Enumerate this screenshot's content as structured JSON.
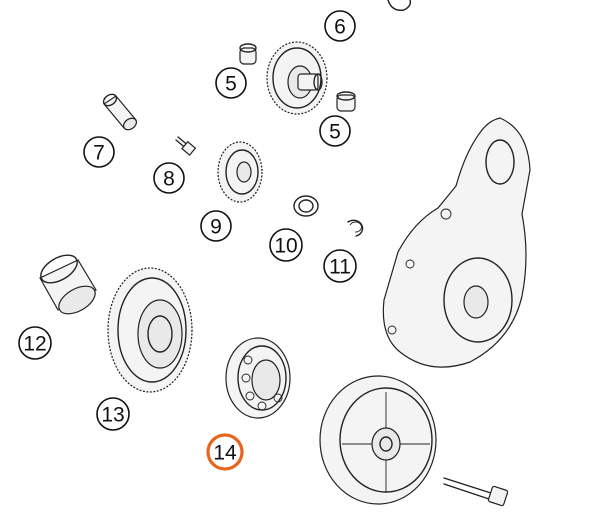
{
  "callouts": [
    {
      "id": "5a",
      "label": "5",
      "highlighted": false
    },
    {
      "id": "6",
      "label": "6",
      "highlighted": false
    },
    {
      "id": "5b",
      "label": "5",
      "highlighted": false
    },
    {
      "id": "7",
      "label": "7",
      "highlighted": false
    },
    {
      "id": "8",
      "label": "8",
      "highlighted": false
    },
    {
      "id": "9",
      "label": "9",
      "highlighted": false
    },
    {
      "id": "10",
      "label": "10",
      "highlighted": false
    },
    {
      "id": "11",
      "label": "11",
      "highlighted": false
    },
    {
      "id": "12",
      "label": "12",
      "highlighted": false
    },
    {
      "id": "13",
      "label": "13",
      "highlighted": false
    },
    {
      "id": "14",
      "label": "14",
      "highlighted": true
    }
  ],
  "colors": {
    "highlight": "#e8641c",
    "line": "#222222"
  }
}
